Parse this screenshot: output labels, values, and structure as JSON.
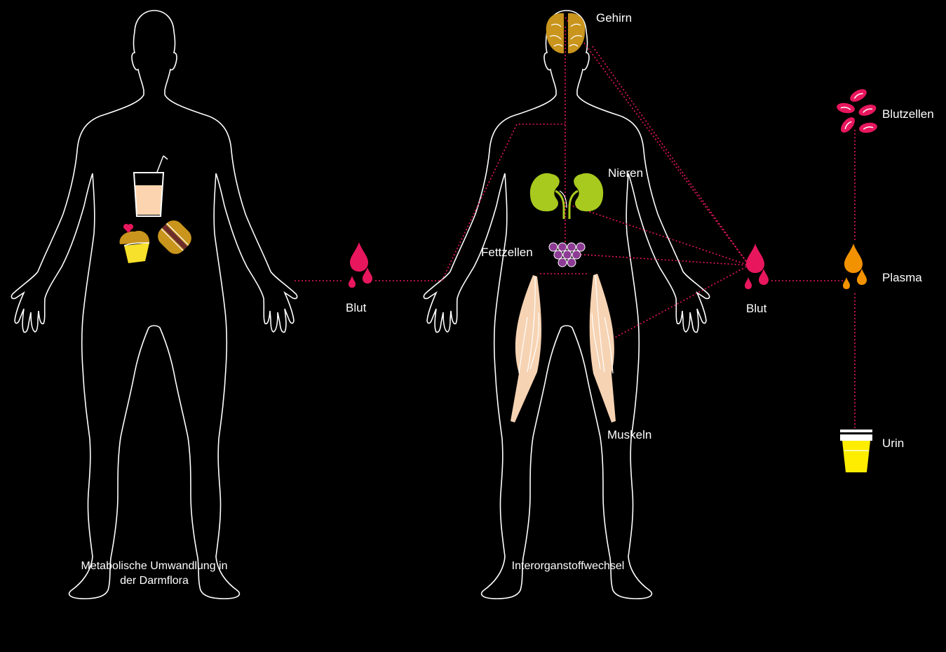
{
  "labels": {
    "blood_left": "Blut",
    "brain": "Gehirn",
    "kidneys": "Nieren",
    "fat_cells": "Fettzellen",
    "muscles": "Muskeln",
    "blood_right": "Blut",
    "blood_cells": "Blutzellen",
    "plasma": "Plasma",
    "urine": "Urin"
  },
  "captions": {
    "left_line1": "Metabolische Umwandlung in",
    "left_line2": "der Darmflora",
    "center": "Interorganstoffwechsel"
  },
  "colors": {
    "background": "#000000",
    "outline": "#ffffff",
    "connector": "#e8175d",
    "blood": "#e8175d",
    "plasma": "#f39200",
    "urine": "#ffed00",
    "brain": "#c9951d",
    "kidney": "#a8c91e",
    "fat": "#8e3b95",
    "muscle": "#f6d3b3",
    "drink": "#fcd5b0",
    "cupcake": "#f7e12a",
    "burger": "#c9951d"
  },
  "icons": [
    "human-outline-icon",
    "drink-icon",
    "cupcake-icon",
    "burger-icon",
    "blood-drops-icon",
    "brain-icon",
    "kidneys-icon",
    "fat-cells-icon",
    "muscle-icon",
    "blood-cells-icon",
    "plasma-drops-icon",
    "urine-cup-icon"
  ]
}
